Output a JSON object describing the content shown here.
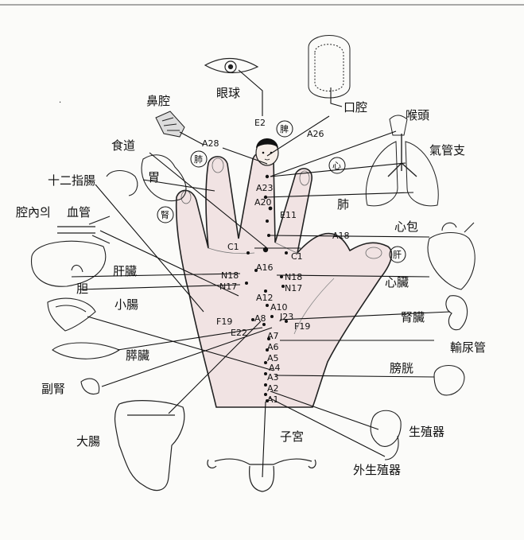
{
  "organs": {
    "eye": "眼球",
    "nasal": "鼻腔",
    "mouth": "口腔",
    "larynx": "喉頭",
    "bronchi": "氣管支",
    "esophagus": "食道",
    "duodenum": "十二指腸",
    "stomach": "胃",
    "lung": "肺",
    "vessel_a": "腔內의",
    "vessel_b": "血管",
    "pericardium": "心包",
    "liver": "肝臟",
    "gallbladder": "胆",
    "heart": "心臟",
    "small_intestine": "小腸",
    "kidney": "腎臟",
    "pancreas": "膵臟",
    "ureter": "輸尿管",
    "bladder": "膀胱",
    "adrenal": "副腎",
    "large_intestine": "大腸",
    "genital": "生殖器",
    "uterus": "子宮",
    "external_genital": "外生殖器"
  },
  "circled": {
    "spleen": "脾",
    "lung": "肺",
    "heart": "心",
    "kidney": "腎",
    "liver": "肝"
  },
  "points": {
    "E2": "E2",
    "A28": "A28",
    "A26": "A26",
    "A23": "A23",
    "A20": "A20",
    "E11": "E11",
    "A18": "A18",
    "C1_left": "C1",
    "C1_right": "C1",
    "A16": "A16",
    "N18_left": "N18",
    "N17_left": "N17",
    "N18_right": "N18",
    "N17_right": "N17",
    "A12": "A12",
    "A10": "A10",
    "F19_left": "F19",
    "A8": "A8",
    "J23": "J23",
    "F19_right": "F19",
    "E22": "E22",
    "A7": "A7",
    "A6": "A6",
    "A5": "A5",
    "A4": "A4",
    "A3": "A3",
    "A2": "A2",
    "A1": "A1"
  }
}
